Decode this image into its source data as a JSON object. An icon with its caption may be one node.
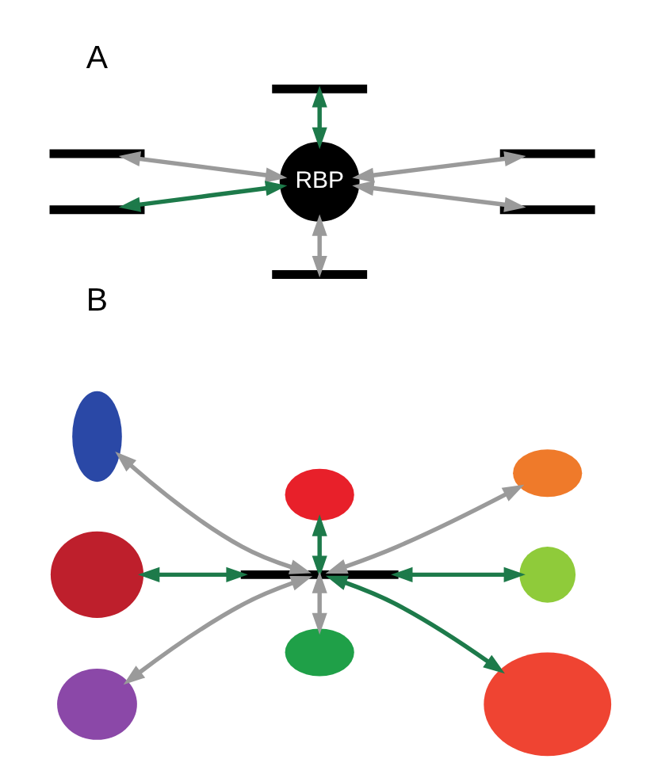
{
  "diagram": {
    "nodes": [
      {
        "text": [],
        "shape": "line"
      },
      {
        "text": [],
        "shape": "line"
      },
      {
        "text": [],
        "shape": "line"
      },
      {
        "text": [
          "RBP"
        ]
      },
      {
        "text": [],
        "shape": "line"
      },
      {
        "text": [],
        "shape": "line"
      },
      {
        "text": [],
        "shape": "line"
      },
      {
        "text": [],
        "shape": "ellipse"
      },
      {
        "text": [],
        "shape": "ellipse"
      },
      {
        "text": [],
        "shape": "ellipse"
      },
      {
        "text": [],
        "shape": "ellipse"
      },
      {
        "text": [],
        "shape": "line"
      },
      {
        "text": [],
        "shape": "ellipse"
      },
      {
        "text": [],
        "shape": "ellipse"
      },
      {
        "text": [],
        "shape": "ellipse"
      },
      {
        "text": [],
        "shape": "ellipse"
      }
    ],
    "edges": [
      {
        "from": 0,
        "to": 3,
        "arrow": "both"
      },
      {
        "from": 1,
        "to": 3,
        "arrow": "both",
        "color": "#1d7a4a"
      },
      {
        "from": 3,
        "to": 2,
        "arrow": "both"
      },
      {
        "from": 4,
        "to": 3,
        "arrow": "both",
        "color": "#1d7a4a"
      },
      {
        "from": 3,
        "to": 5,
        "arrow": "both"
      },
      {
        "from": 3,
        "to": 6,
        "arrow": "both"
      },
      {
        "from": 7,
        "to": 11,
        "arrow": "both"
      },
      {
        "from": 8,
        "to": 11,
        "arrow": "both",
        "color": "#1d7a4a"
      },
      {
        "from": 11,
        "to": 9,
        "arrow": "both"
      },
      {
        "from": 10,
        "to": 11,
        "arrow": "both",
        "color": "#1d7a4a"
      },
      {
        "from": 11,
        "to": 12,
        "arrow": "both",
        "color": "#1d7a4a"
      },
      {
        "from": 13,
        "to": 11,
        "arrow": "both"
      },
      {
        "from": 11,
        "to": 14,
        "arrow": "both"
      },
      {
        "from": 11,
        "to": 15,
        "arrow": "both",
        "color": "#1d7a4a"
      }
    ],
    "labels": [
      "A",
      "B"
    ]
  }
}
